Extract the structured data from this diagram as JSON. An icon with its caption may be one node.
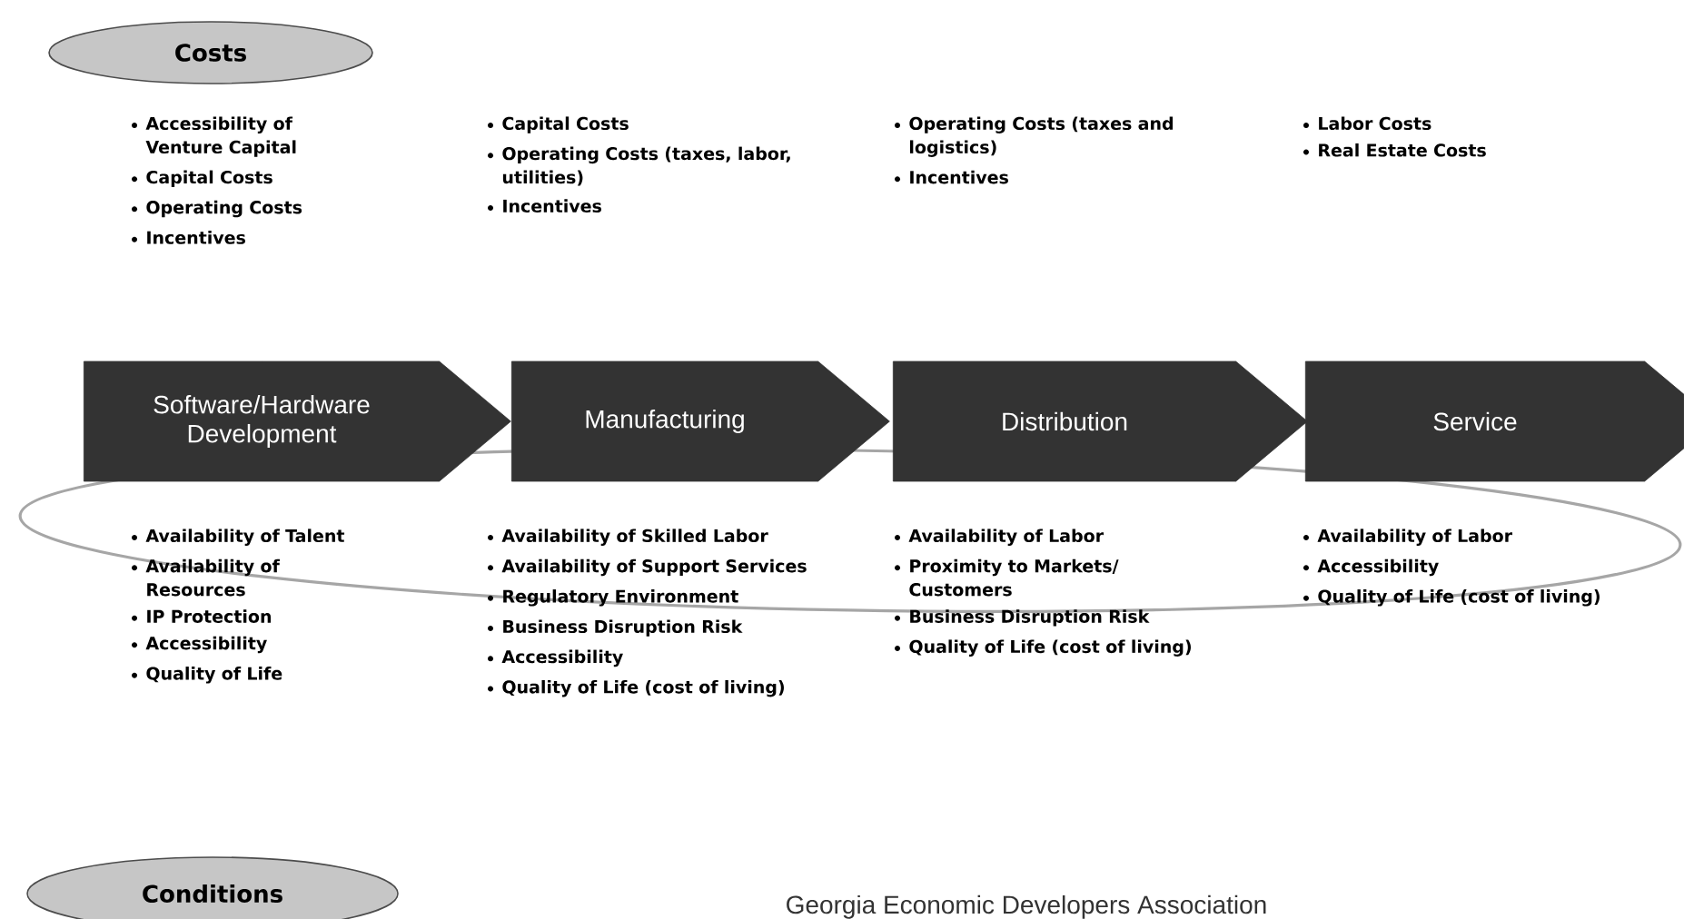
{
  "diagram": {
    "nodes": [
      {
        "text": [
          "Costs"
        ]
      },
      {
        "text": [
          "Software/Hardware Development"
        ]
      },
      {
        "text": [
          "Manufacturing"
        ]
      },
      {
        "text": [
          "Distribution"
        ]
      },
      {
        "text": [
          "Service"
        ]
      },
      {
        "text": [
          "Conditions"
        ]
      }
    ],
    "labels": [
      "Accessibility of Venture Capital",
      "Capital Costs",
      "Operating Costs",
      "Incentives",
      "Capital Costs",
      "Operating Costs (taxes, labor, utilities)",
      "Incentives",
      "Operating Costs (taxes and logistics)",
      "Incentives",
      "Labor Costs",
      "Real Estate Costs",
      "Availability of Talent",
      "Availability of Resources",
      "IP Protection",
      "Accessibility",
      "Quality of Life",
      "Availability of Skilled Labor",
      "Availability of Support Services",
      "Regulatory Environment",
      "Business Disruption Risk",
      "Accessibility",
      "Quality of Life (cost of living)",
      "Availability of Labor",
      "Proximity to Markets/ Customers",
      "Business Disruption Risk",
      "Quality of Life (cost of living)",
      "Availability of Labor",
      "Accessibility",
      "Quality of Life (cost of living)",
      "Georgia Economic Developers Association"
    ]
  }
}
